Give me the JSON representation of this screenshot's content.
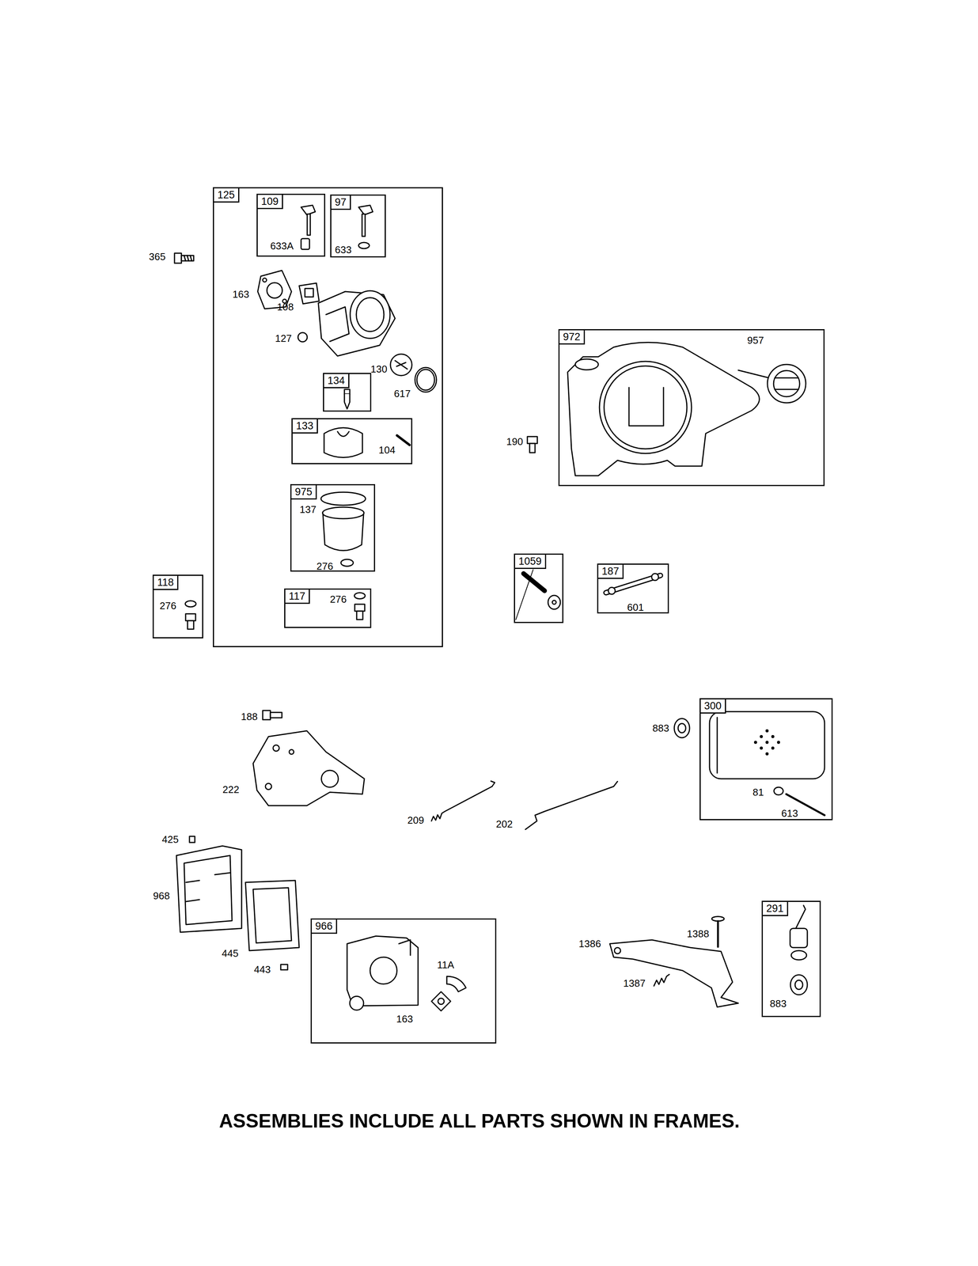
{
  "diagram": {
    "caption": "ASSEMBLIES INCLUDE ALL PARTS SHOWN IN FRAMES.",
    "nodes": [
      {
        "text": [
          "125",
          "163",
          "108",
          "127",
          "130",
          "617"
        ]
      },
      {
        "text": [
          "109",
          "633A"
        ],
        "in": 0
      },
      {
        "text": [
          "97",
          "633"
        ],
        "in": 0
      },
      {
        "text": [
          "134"
        ],
        "in": 0
      },
      {
        "text": [
          "133",
          "104"
        ],
        "in": 0
      },
      {
        "text": [
          "975",
          "137",
          "276"
        ],
        "in": 0
      },
      {
        "text": [
          "117",
          "276"
        ],
        "in": 0
      },
      {
        "text": [
          "118",
          "276"
        ]
      },
      {
        "text": [
          "972",
          "957"
        ]
      },
      {
        "text": [
          "1059"
        ]
      },
      {
        "text": [
          "187",
          "601"
        ]
      },
      {
        "text": [
          "300",
          "81",
          "613"
        ]
      },
      {
        "text": [
          "966",
          "11A",
          "163"
        ]
      },
      {
        "text": [
          "291",
          "883"
        ]
      }
    ],
    "labels": [
      "365",
      "190",
      "188",
      "222",
      "209",
      "202",
      "883",
      "425",
      "968",
      "445",
      "443",
      "1386",
      "1388",
      "1387"
    ]
  }
}
